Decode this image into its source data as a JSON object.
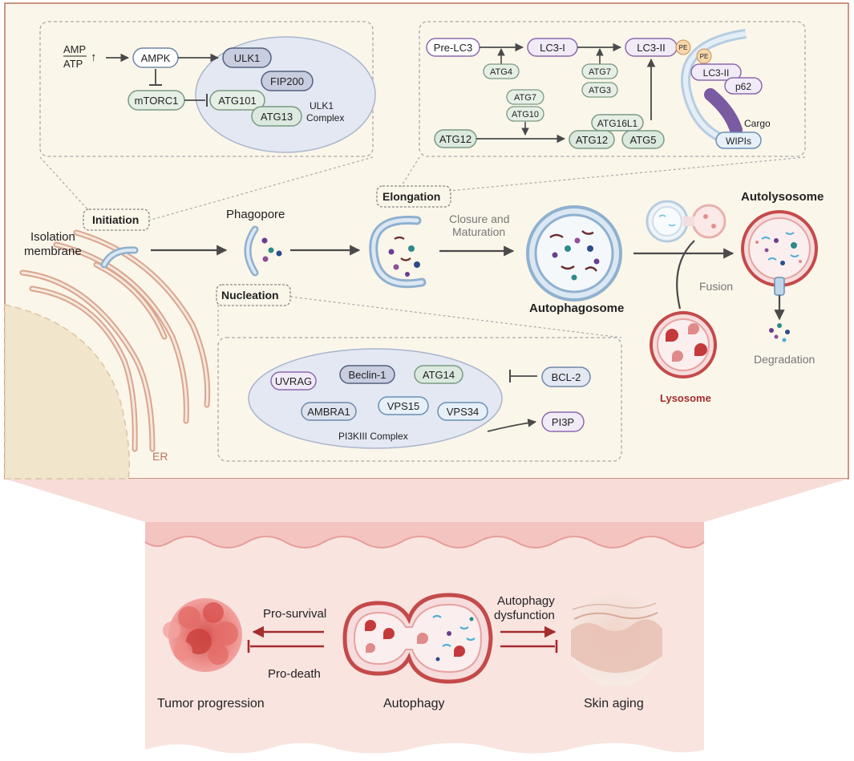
{
  "stages": {
    "initiation": "Initiation",
    "elongation": "Elongation",
    "nucleation": "Nucleation",
    "phagopore": "Phagopore",
    "isolation_line1": "Isolation",
    "isolation_line2": "membrane",
    "closure_line1": "Closure and",
    "closure_line2": "Maturation",
    "autophagosome": "Autophagosome",
    "fusion": "Fusion",
    "autolysosome": "Autolysosome",
    "lysosome": "Lysosome",
    "degradation": "Degradation",
    "er": "ER"
  },
  "ulk1_box": {
    "amp": "AMP",
    "atp": "ATP",
    "up_arrow": "↑",
    "ampk": "AMPK",
    "mtorc1": "mTORC1",
    "ulk1": "ULK1",
    "fip200": "FIP200",
    "atg101": "ATG101",
    "atg13": "ATG13",
    "complex_line1": "ULK1",
    "complex_line2": "Complex"
  },
  "lc3_box": {
    "pre_lc3": "Pre-LC3",
    "lc3_i": "LC3-I",
    "lc3_ii": "LC3-II",
    "pe": "PE",
    "atg4": "ATG4",
    "atg7": "ATG7",
    "atg3": "ATG3",
    "atg10": "ATG10",
    "atg12": "ATG12",
    "atg16l1": "ATG16L1",
    "atg5": "ATG5",
    "p62": "p62",
    "cargo": "Cargo",
    "wipis": "WIPIs"
  },
  "pi3k_box": {
    "uvrag": "UVRAG",
    "beclin1": "Beclin-1",
    "atg14": "ATG14",
    "ambra1": "AMBRA1",
    "vps15": "VPS15",
    "vps34": "VPS34",
    "complex": "PI3KIII Complex",
    "bcl2": "BCL-2",
    "pi3p": "PI3P"
  },
  "bottom": {
    "pro_survival": "Pro-survival",
    "pro_death": "Pro-death",
    "dysfunction_line1": "Autophagy",
    "dysfunction_line2": "dysfunction",
    "tumor": "Tumor progression",
    "autophagy": "Autophagy",
    "skin": "Skin aging"
  },
  "colors": {
    "panel_bg": "#fbf6ea",
    "panel_border": "#b9735f",
    "bottom_bg": "#f9e1de",
    "arrow": "#4a4a4a",
    "lysosome_red": "#c44a4a",
    "inhibit_red": "#a42d2d"
  }
}
